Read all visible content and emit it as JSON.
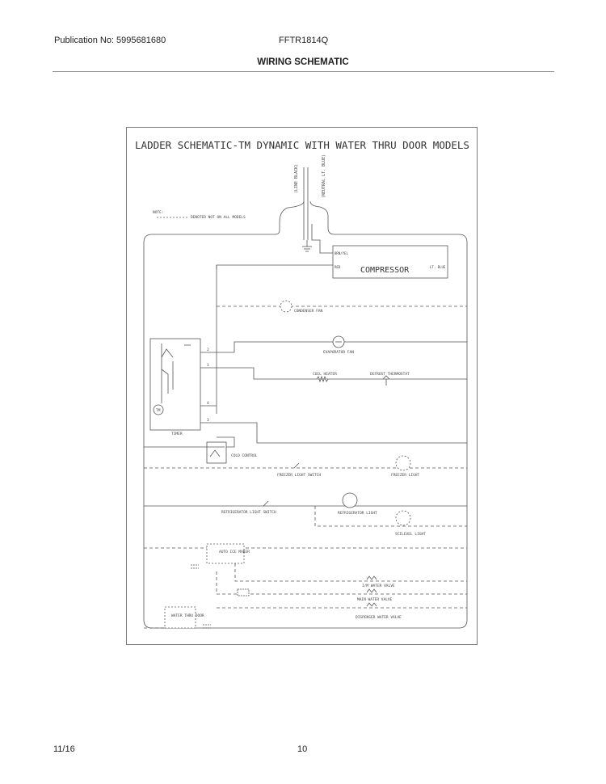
{
  "header": {
    "publication": "Publication No: 5995681680",
    "model": "FFTR1814Q",
    "section_title": "WIRING SCHEMATIC"
  },
  "schematic": {
    "title": "LADDER SCHEMATIC-TM DYNAMIC WITH WATER THRU DOOR MODELS",
    "line_label": "(LINE BLACK)",
    "neutral_label": "(NEUTRAL LT. BLUE)",
    "note_label": "NOTE:",
    "note_text": "DENOTED NOT ON ALL MODELS",
    "wire_brn_yel": "BRN/YEL",
    "wire_red": "RED",
    "wire_lt_blue": "LT. BLUE",
    "compressor": "COMPRESSOR",
    "condenser_fan": "CONDENSER FAN",
    "evaporator_fan": "EVAPORATOR FAN",
    "coil_heater": "COIL HEATER",
    "defrost_thermostat": "DEFROST THERMOSTAT",
    "timer": "TIMER",
    "timer_tm": "TM",
    "terminal_2": "2",
    "terminal_1": "1",
    "terminal_4": "4",
    "terminal_3": "3",
    "cold_control": "COLD CONTROL",
    "freezer_light_switch": "FREEZER LIGHT SWITCH",
    "freezer_light": "FREEZER LIGHT",
    "refrigerator_light_switch": "REFRIGERATOR LIGHT SWITCH",
    "refrigerator_light": "REFRIGERATOR LIGHT",
    "sciLevel_light": "SCILEVEL LIGHT",
    "auto_ice_maker": "AUTO ICE MAKER",
    "im_water_valve": "I/M WATER VALVE",
    "main_water_valve": "MAIN WATER VALVE",
    "dispenser_water_valve": "DISPENSER WATER VALVE",
    "water_thru_door": "WATER THRU DOOR"
  },
  "footer": {
    "date": "11/16",
    "page": "10"
  }
}
